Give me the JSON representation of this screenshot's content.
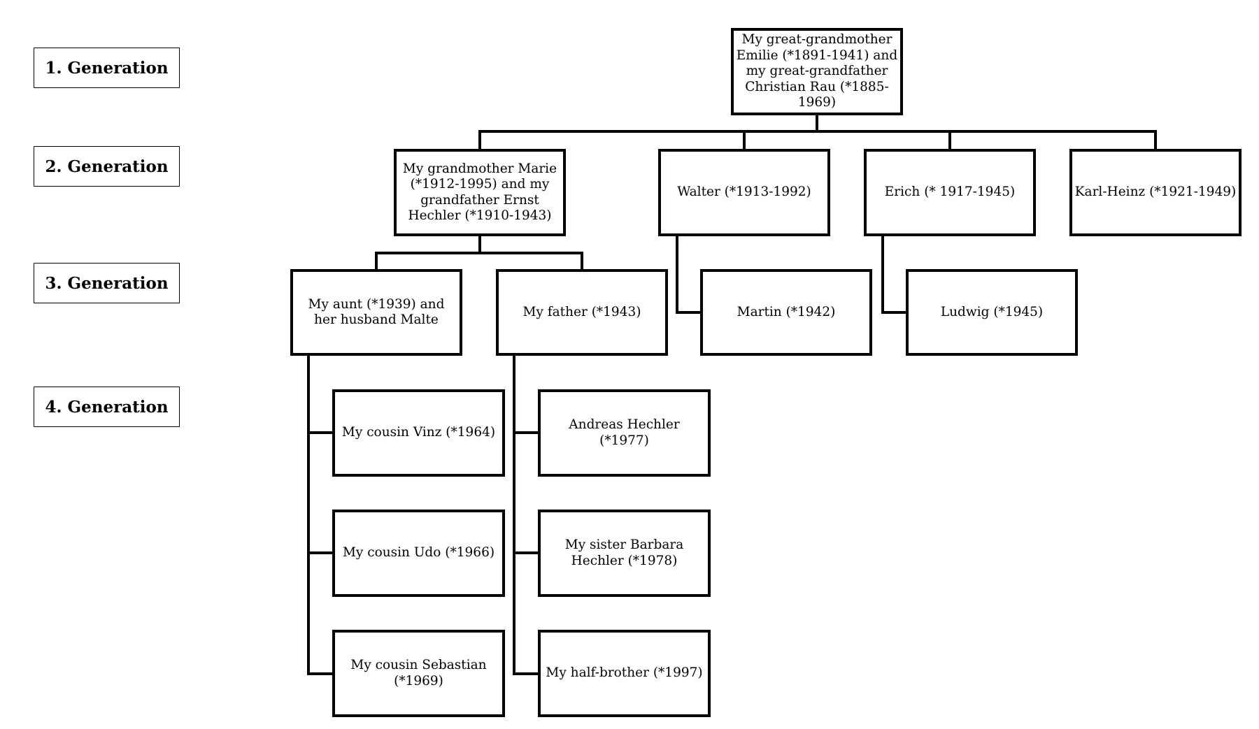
{
  "generations": {
    "g1": "1. Generation",
    "g2": "2. Generation",
    "g3": "3. Generation",
    "g4": "4. Generation"
  },
  "nodes": {
    "great_grandparents": "My great-grandmother Emilie (*1891-1941) and my great-grandfather Christian Rau (*1885-1969)",
    "grandparents": "My grandmother Marie (*1912-1995) and my grandfather Ernst Hechler (*1910-1943)",
    "walter": "Walter (*1913-1992)",
    "erich": "Erich (* 1917-1945)",
    "karl_heinz": "Karl-Heinz (*1921-1949)",
    "aunt": "My aunt (*1939) and her husband Malte",
    "father": "My father (*1943)",
    "martin": "Martin (*1942)",
    "ludwig": "Ludwig (*1945)",
    "vinz": "My cousin Vinz (*1964)",
    "udo": "My cousin Udo (*1966)",
    "sebastian": "My cousin Sebastian (*1969)",
    "andreas": "Andreas Hechler (*1977)",
    "barbara": "My sister Barbara Hechler (*1978)",
    "half_brother": "My half-brother (*1997)"
  }
}
